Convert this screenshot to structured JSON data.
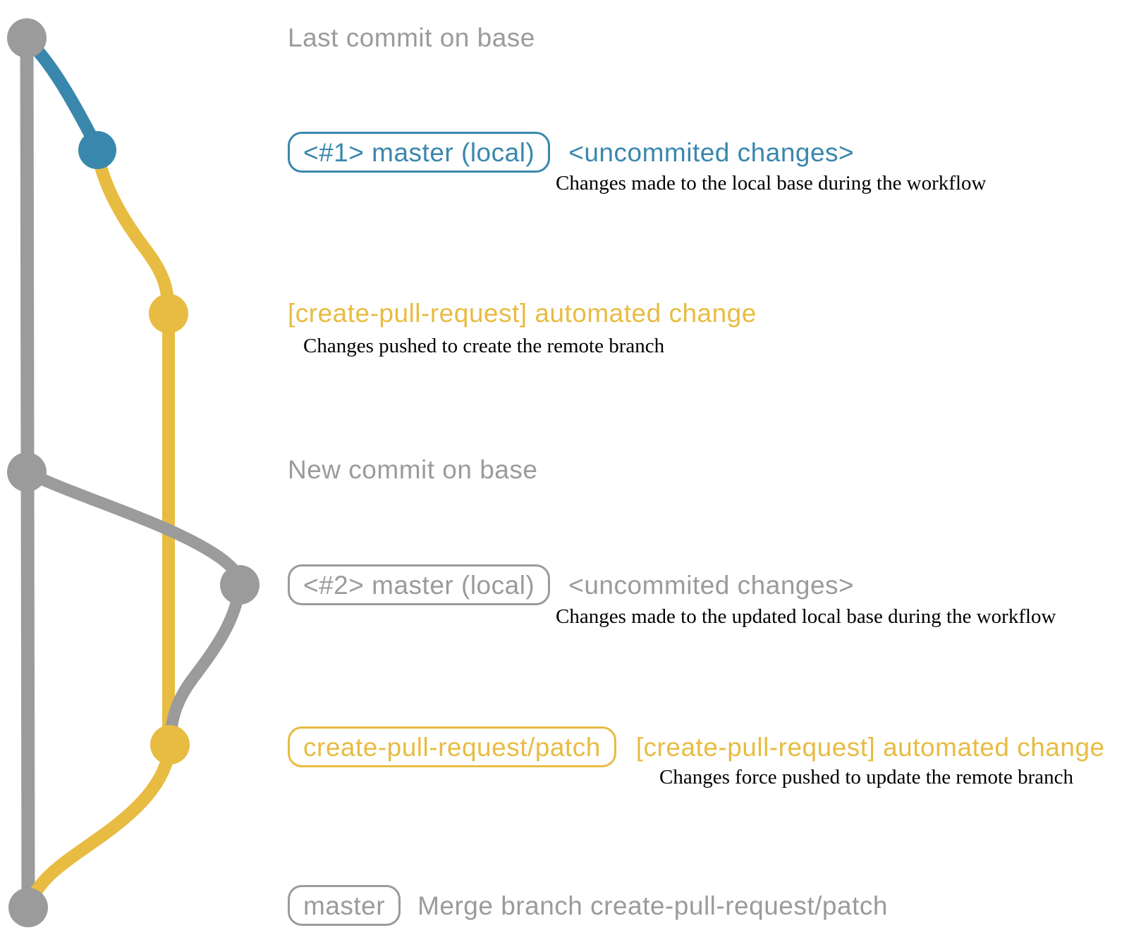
{
  "colors": {
    "gray": "#9b9b9b",
    "blue": "#3a87ad",
    "yellow": "#e8bc42",
    "description_text": "#000000",
    "background": "#ffffff"
  },
  "graph": {
    "branches": [
      {
        "name": "base (remote master)",
        "color_key": "gray"
      },
      {
        "name": "local master working copy #1",
        "color_key": "blue"
      },
      {
        "name": "create-pull-request/patch",
        "color_key": "yellow"
      },
      {
        "name": "local master working copy #2",
        "color_key": "gray"
      }
    ],
    "nodes": [
      {
        "name": "commit-last-on-base",
        "color_key": "gray"
      },
      {
        "name": "commit-uncommitted-1",
        "color_key": "blue"
      },
      {
        "name": "commit-automated-change-1",
        "color_key": "yellow"
      },
      {
        "name": "commit-new-on-base",
        "color_key": "gray"
      },
      {
        "name": "commit-uncommitted-2",
        "color_key": "gray"
      },
      {
        "name": "commit-automated-change-2",
        "color_key": "yellow"
      },
      {
        "name": "commit-merge",
        "color_key": "gray"
      }
    ]
  },
  "annotations": {
    "row1": {
      "text": "Last commit on base"
    },
    "row2": {
      "badge": "<#1> master (local)",
      "title": "<uncommited changes>",
      "description": "Changes made to the local base during the workflow"
    },
    "row3": {
      "title": "[create-pull-request] automated change",
      "description": "Changes pushed to create the remote branch"
    },
    "row4": {
      "text": "New commit on base"
    },
    "row5": {
      "badge": "<#2> master (local)",
      "title": "<uncommited changes>",
      "description": "Changes made to the updated local base during the workflow"
    },
    "row6": {
      "badge": "create-pull-request/patch",
      "title": "[create-pull-request] automated change",
      "description": "Changes force pushed to update the remote branch"
    },
    "row7": {
      "badge": "master",
      "title": "Merge branch create-pull-request/patch"
    }
  }
}
